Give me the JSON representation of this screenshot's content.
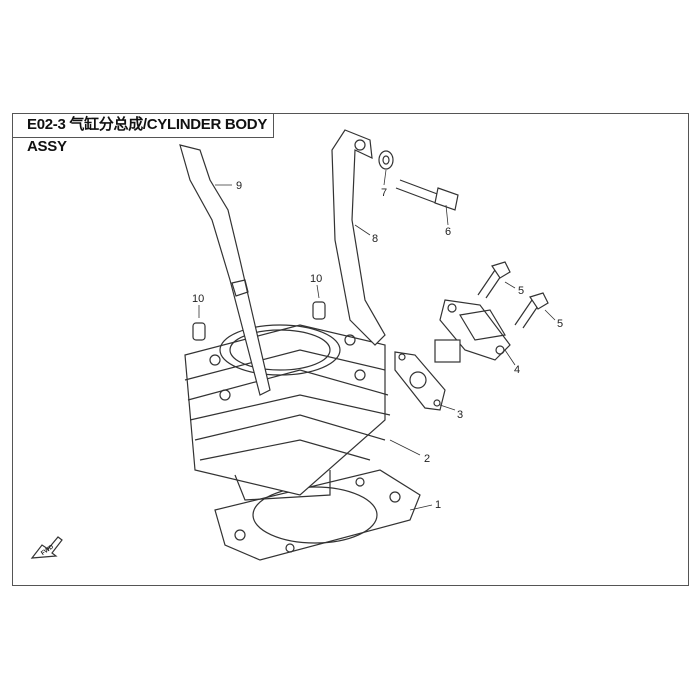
{
  "header": {
    "title": "E02-3  气缸分总成/CYLINDER BODY ASSY"
  },
  "callouts": [
    {
      "num": "1"
    },
    {
      "num": "2"
    },
    {
      "num": "3"
    },
    {
      "num": "4"
    },
    {
      "num": "5"
    },
    {
      "num": "5"
    },
    {
      "num": "6"
    },
    {
      "num": "7"
    },
    {
      "num": "8"
    },
    {
      "num": "9"
    },
    {
      "num": "10"
    },
    {
      "num": "10"
    }
  ],
  "fwd_arrow": {
    "label": "FWD"
  }
}
